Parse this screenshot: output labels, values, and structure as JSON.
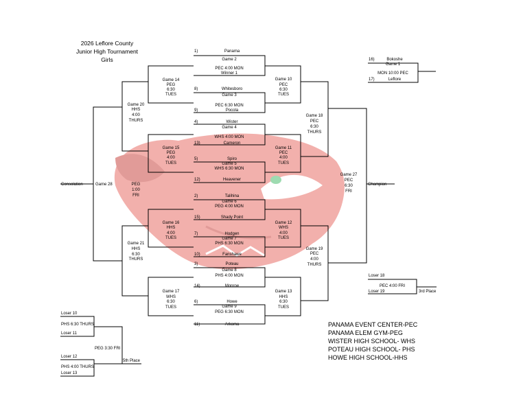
{
  "title": {
    "line1": "2026 Leflore County",
    "line2": "Junior High Tournament",
    "line3": "Girls"
  },
  "teams": {
    "t1": {
      "seed": "1)",
      "name": "Panama"
    },
    "t8": {
      "seed": "8)",
      "name": "Whitesboro"
    },
    "t9": {
      "seed": "9)",
      "name": "Pocola"
    },
    "t4": {
      "seed": "4)",
      "name": "Wister"
    },
    "t13": {
      "seed": "13)",
      "name": "Cameron"
    },
    "t5": {
      "seed": "5)",
      "name": "Spiro"
    },
    "t12": {
      "seed": "12)",
      "name": "Heavener"
    },
    "t2": {
      "seed": "2)",
      "name": "Talihina"
    },
    "t15": {
      "seed": "15)",
      "name": "Shady Point"
    },
    "t7": {
      "seed": "7)",
      "name": "Hodgen"
    },
    "t10": {
      "seed": "10)",
      "name": "Fanshawe"
    },
    "t3": {
      "seed": "3)",
      "name": "Poteau"
    },
    "t14": {
      "seed": "14)",
      "name": "Monroe"
    },
    "t6": {
      "seed": "6)",
      "name": "Howe"
    },
    "t11": {
      "seed": "11)",
      "name": "Arkoma"
    },
    "t16": {
      "seed": "16)",
      "name": "Bokoshe"
    },
    "t17": {
      "seed": "17)",
      "name": "Leflore"
    }
  },
  "games": {
    "g1": {
      "game": "Game 1",
      "info": "MON 10:00 PEC"
    },
    "g2": {
      "game": "Game 2",
      "info": "PEC 4:00 MON",
      "extra": "Winner 1"
    },
    "g3": {
      "game": "Game 3",
      "info": "PEC 6:30 MON"
    },
    "g4": {
      "game": "Game 4",
      "info": "WHS 4:00 MON"
    },
    "g5": {
      "game": "Game 5",
      "info": "WHS 6:30 MON"
    },
    "g6": {
      "game": "Game 6",
      "info": "PEG 4:00 MON"
    },
    "g7": {
      "game": "Game 7",
      "info": "PHS 6:30 MON"
    },
    "g8": {
      "game": "Game 8",
      "info": "PHS 4:00 MON"
    },
    "g9": {
      "game": "Game 9",
      "info": "PEG 6:30 MON"
    },
    "g10": {
      "l1": "Game 10",
      "l2": "PEC",
      "l3": "6:30",
      "l4": "TUES"
    },
    "g11": {
      "l1": "Game 11",
      "l2": "PEC",
      "l3": "4:00",
      "l4": "TUES"
    },
    "g12": {
      "l1": "Game 12",
      "l2": "WHS",
      "l3": "4:00",
      "l4": "TUES"
    },
    "g13": {
      "l1": "Game 13",
      "l2": "HHS",
      "l3": "6:30",
      "l4": "TUES"
    },
    "g14": {
      "l1": "Game 14",
      "l2": "PEG",
      "l3": "6:30",
      "l4": "TUES"
    },
    "g15": {
      "l1": "Game 15",
      "l2": "PEG",
      "l3": "4:00",
      "l4": "TUES"
    },
    "g16": {
      "l1": "Game 16",
      "l2": "HHS",
      "l3": "4:00",
      "l4": "TUES"
    },
    "g17": {
      "l1": "Game 17",
      "l2": "WHS",
      "l3": "6:30",
      "l4": "TUES"
    },
    "g18": {
      "l1": "Game 18",
      "l2": "PEC",
      "l3": "6:30",
      "l4": "THURS"
    },
    "g19": {
      "l1": "Game 19",
      "l2": "PEC",
      "l3": "4:00",
      "l4": "THURS"
    },
    "g20": {
      "l1": "Game 20",
      "l2": "HHS",
      "l3": "4:00",
      "l4": "THURS"
    },
    "g21": {
      "l1": "Game 21",
      "l2": "HHS",
      "l3": "6:30",
      "l4": "THURS"
    },
    "g27": {
      "l1": "Game 27",
      "l2": "PEC",
      "l3": "6:30",
      "l4": "FRI"
    },
    "g28": {
      "l1": "Game 28",
      "l2": "PEG",
      "l3": "1:00",
      "l4": "FRI"
    }
  },
  "labels": {
    "consolation": "Consolation",
    "champion": "Champion",
    "third_place": "3rd Place",
    "fifth_place": "5th Place",
    "loser18": "Loser 18",
    "loser19": "Loser 19",
    "third_info": "PEC 4:00 FRI",
    "loser10": "Loser 10",
    "loser11": "Loser 11",
    "loser12": "Loser 12",
    "loser13": "Loser 13",
    "loser_game_a": "PHS 6:30 THURS",
    "loser_game_b": "PHS 4:00 THURS",
    "fifth_info": "PEG 3:30 FRI"
  },
  "legend": [
    "PANAMA EVENT CENTER-PEC",
    "PANAMA ELEM GYM-PEG",
    "WISTER HIGH SCHOOL- WHS",
    "POTEAU HIGH SCHOOL- PHS",
    "HOWE HIGH SCHOOL-HHS"
  ],
  "colors": {
    "line": "#000000",
    "mascot_fill": "#e8706a",
    "mascot_dark": "#c94a44",
    "mascot_eye": "#4fbf72"
  }
}
